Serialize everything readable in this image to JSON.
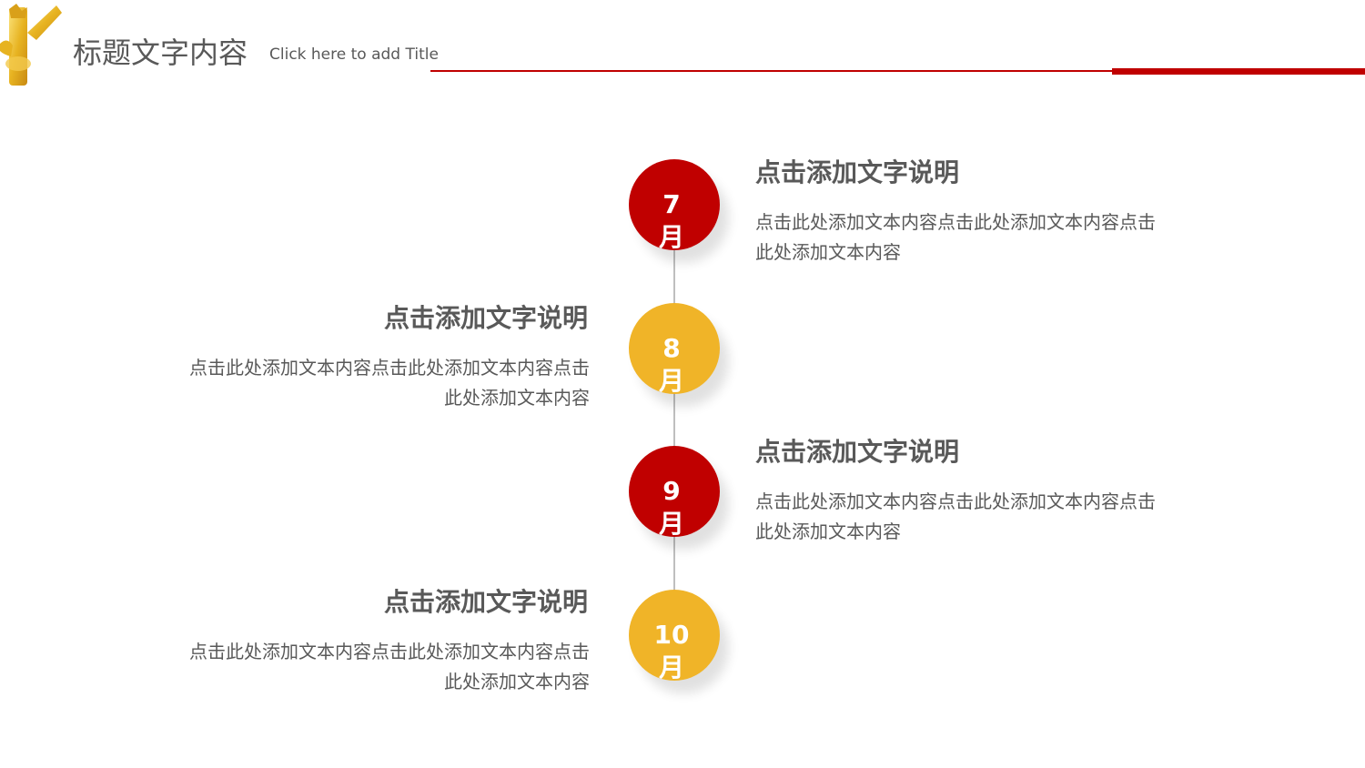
{
  "header": {
    "title": "标题文字内容",
    "subtitle": "Click here to add Title"
  },
  "colors": {
    "accent_red": "#c00000",
    "accent_yellow": "#f0b428",
    "text_gray": "#595959",
    "line_gray": "#bfbfbf"
  },
  "timeline": [
    {
      "label_num": "7",
      "label_unit": "月",
      "color": "red",
      "side": "right",
      "title": "点击添加文字说明",
      "desc": "点击此处添加文本内容点击此处添加文本内容点击此处添加文本内容"
    },
    {
      "label_num": "8",
      "label_unit": "月",
      "color": "yellow",
      "side": "left",
      "title": "点击添加文字说明",
      "desc": "点击此处添加文本内容点击此处添加文本内容点击此处添加文本内容"
    },
    {
      "label_num": "9",
      "label_unit": "月",
      "color": "red",
      "side": "right",
      "title": "点击添加文字说明",
      "desc": "点击此处添加文本内容点击此处添加文本内容点击此处添加文本内容"
    },
    {
      "label_num": "10",
      "label_unit": "月",
      "color": "yellow",
      "side": "left",
      "title": "点击添加文字说明",
      "desc": "点击此处添加文本内容点击此处添加文本内容点击此处添加文本内容"
    }
  ]
}
